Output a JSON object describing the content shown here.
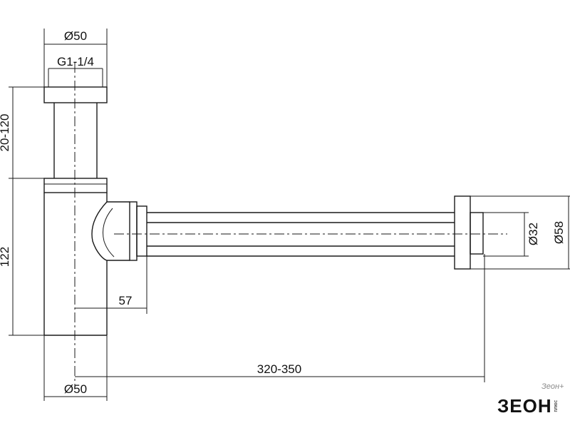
{
  "dimensions": {
    "top_outer_diameter": "Ø50",
    "thread": "G1-1/4",
    "inlet_height": "20-120",
    "body_height": "122",
    "outlet_offset": "57",
    "length": "320-350",
    "bottom_diameter": "Ø50",
    "pipe_diameter": "Ø32",
    "flange_diameter": "Ø58"
  },
  "watermark": "Зеон+",
  "logo": {
    "main": "ЗЕОН",
    "sub": "плюс"
  }
}
